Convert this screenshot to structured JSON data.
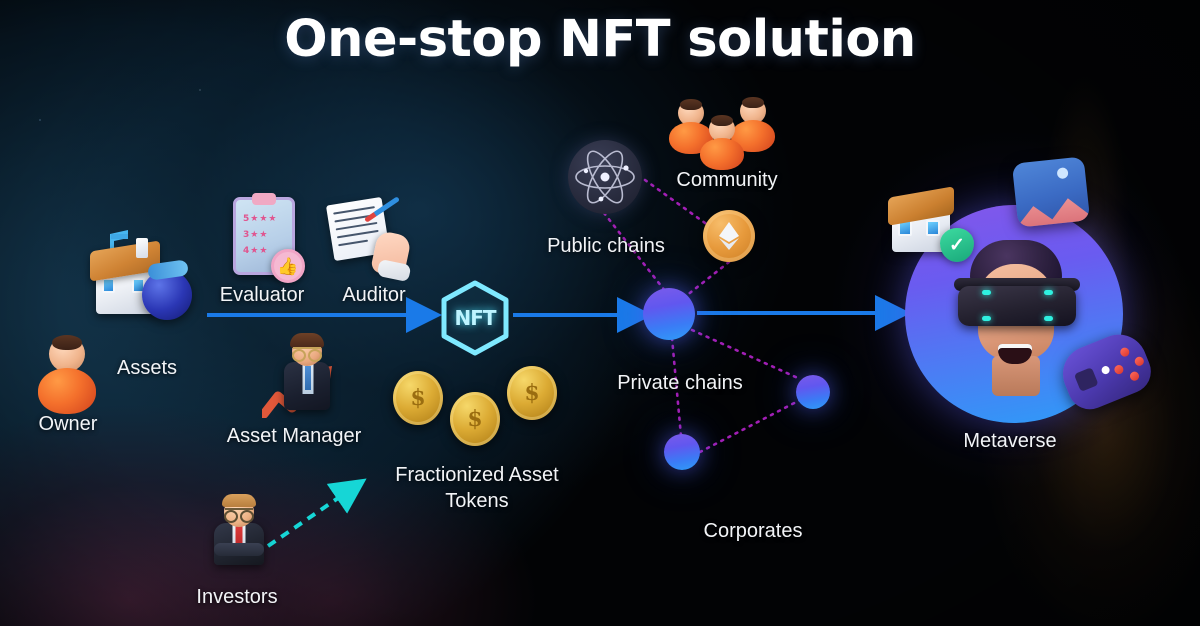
{
  "title": "One-stop NFT solution",
  "colors": {
    "flow_arrow": "#1a7ae8",
    "investor_arrow": "#16d6d6",
    "network_link": "#a21fb5",
    "node_purple": "#6157ef",
    "node_blue": "#2f9cf8",
    "nft_cyan": "#7fe9ff",
    "metaverse_circle": "#5a68ef",
    "coin_gold": "#dcab34",
    "person_orange": "#f4702c",
    "background_left": "#0d2739",
    "background_right": "#020305",
    "title_color": "#ffffff"
  },
  "diagram": {
    "type": "flow",
    "stages": [
      {
        "id": "owner",
        "label": "Owner",
        "icon": "person-icon"
      },
      {
        "id": "assets",
        "label": "Assets",
        "icon": "house-music-moneybag-icon"
      },
      {
        "id": "evaluator",
        "label": "Evaluator",
        "icon": "clipboard-thumbsup-icon"
      },
      {
        "id": "auditor",
        "label": "Auditor",
        "icon": "document-signing-hand-icon"
      },
      {
        "id": "manager",
        "label": "Asset Manager",
        "icon": "businessman-growth-arrow-icon"
      },
      {
        "id": "investors",
        "label": "Investors",
        "icon": "investor-suit-icon"
      },
      {
        "id": "nft",
        "label": "NFT",
        "icon": "nft-hexagon-icon"
      },
      {
        "id": "tokens",
        "label": "Fractionized Asset",
        "label2": "Tokens",
        "icon": "gold-coins-icon"
      },
      {
        "id": "public",
        "label": "Public chains",
        "icon": "atom-icon"
      },
      {
        "id": "community",
        "label": "Community",
        "icon": "community-people-icon"
      },
      {
        "id": "private",
        "label": "Private chains",
        "icon": "network-node-icon"
      },
      {
        "id": "corporates",
        "label": "Corporates",
        "icon": "network-node-icon"
      },
      {
        "id": "metaverse",
        "label": "Metaverse",
        "icon": "vr-headset-person-icon"
      }
    ],
    "coin_symbol": "$",
    "eth_symbol": "♦",
    "check_symbol": "✓",
    "thumb_symbol": "👍"
  }
}
